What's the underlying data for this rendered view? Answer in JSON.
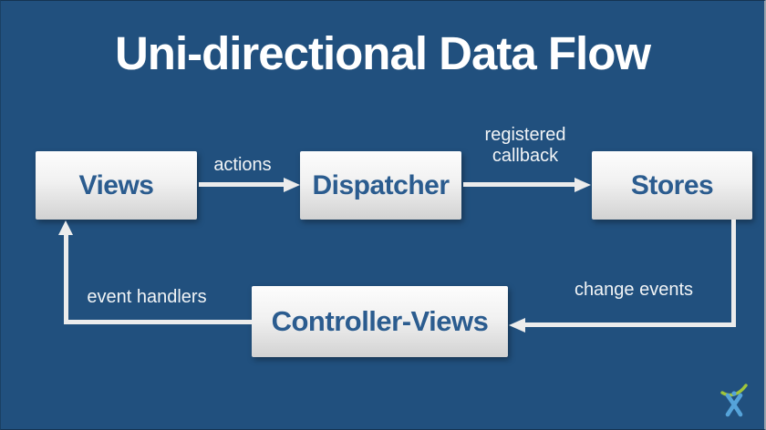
{
  "slide": {
    "title": "Uni-directional Data Flow"
  },
  "nodes": {
    "views": {
      "label": "Views"
    },
    "dispatcher": {
      "label": "Dispatcher"
    },
    "stores": {
      "label": "Stores"
    },
    "controller_views": {
      "label": "Controller-Views"
    }
  },
  "edges": {
    "actions": {
      "label": "actions",
      "from": "views",
      "to": "dispatcher"
    },
    "registered_callback": {
      "label": "registered callback",
      "from": "dispatcher",
      "to": "stores"
    },
    "change_events": {
      "label": "change events",
      "from": "stores",
      "to": "controller_views"
    },
    "event_handlers": {
      "label": "event handlers",
      "from": "controller_views",
      "to": "views"
    }
  },
  "colors": {
    "background": "#21507e",
    "node_text": "#2b5c8f",
    "arrow": "#ececec",
    "logo_green": "#a0c53a",
    "logo_blue": "#55a3d9"
  },
  "logo": {
    "icon": "atlassian-logo"
  }
}
